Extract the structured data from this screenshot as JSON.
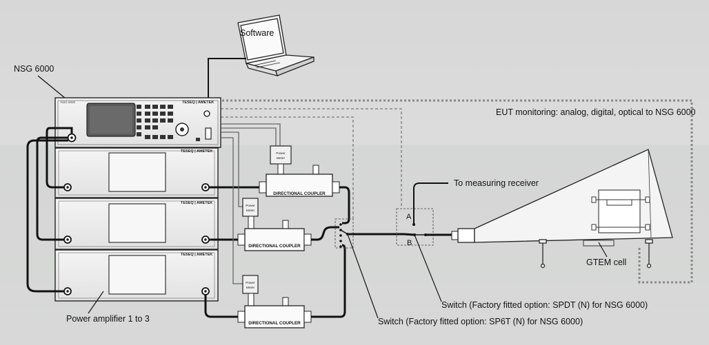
{
  "labels": {
    "software": "Software",
    "nsg": "NSG 6000",
    "eut_monitoring": "EUT monitoring: analog, digital, optical to NSG 6000",
    "to_receiver": "To measuring receiver",
    "gtem": "GTEM cell",
    "switch_spdt": "Switch (Factory fitted option: SPDT (N) for NSG 6000)",
    "switch_sp6t": "Switch (Factory fitted option: SP6T (N) for NSG 6000)",
    "amplifier": "Power amplifier 1 to 3",
    "switch_a": "A",
    "switch_b": "B"
  },
  "device": {
    "brand": "TESEQ | AMETEK",
    "model_tag": "NSG 6000",
    "coupler_label": "DIRECTIONAL COUPLER",
    "meter_label_1": "Power",
    "meter_label_2": "Meter"
  }
}
